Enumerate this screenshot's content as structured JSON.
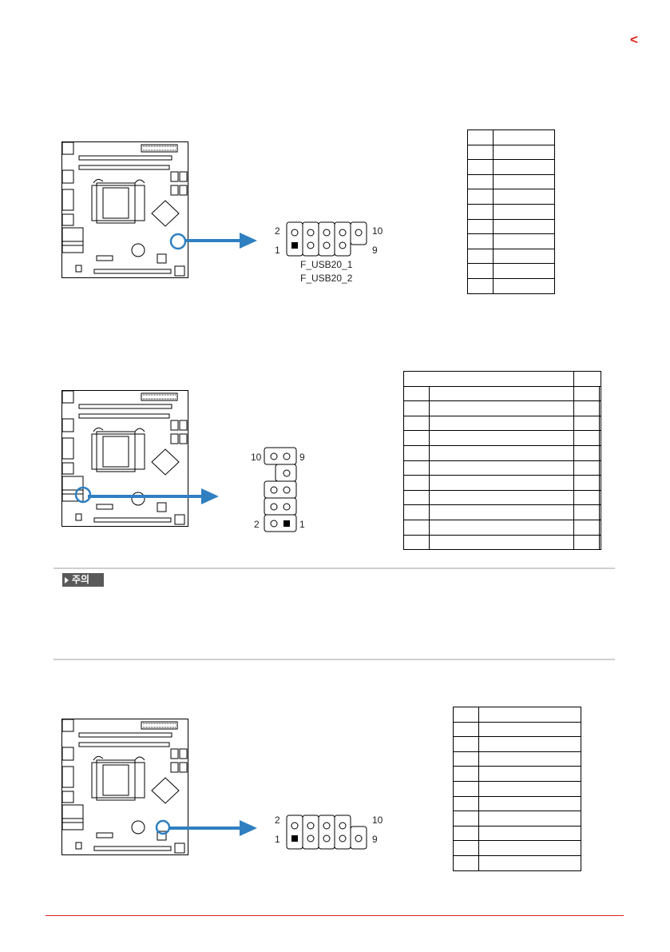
{
  "page": {
    "back_arrow": "<",
    "accent_color": "#e0231b"
  },
  "section1": {
    "top_labels": {
      "left": "2",
      "right": "10"
    },
    "bottom_labels": {
      "left": "1",
      "right": "9"
    },
    "captions": [
      "F_USB20_1",
      "F_USB20_2"
    ],
    "table_rows": 10
  },
  "section2": {
    "top_labels": {
      "left": "10",
      "right": "9"
    },
    "bottom_labels": {
      "left": "2",
      "right": "1"
    },
    "table_rows": 11
  },
  "note": {
    "badge": "주의"
  },
  "section3": {
    "top_labels": {
      "left": "2",
      "right": "10"
    },
    "bottom_labels": {
      "left": "1",
      "right": "9"
    },
    "table_rows": 10
  },
  "colors": {
    "arrow": "#2f7fc1",
    "highlight_ring": "#2f7fc1",
    "rule": "#cfcfcf"
  }
}
